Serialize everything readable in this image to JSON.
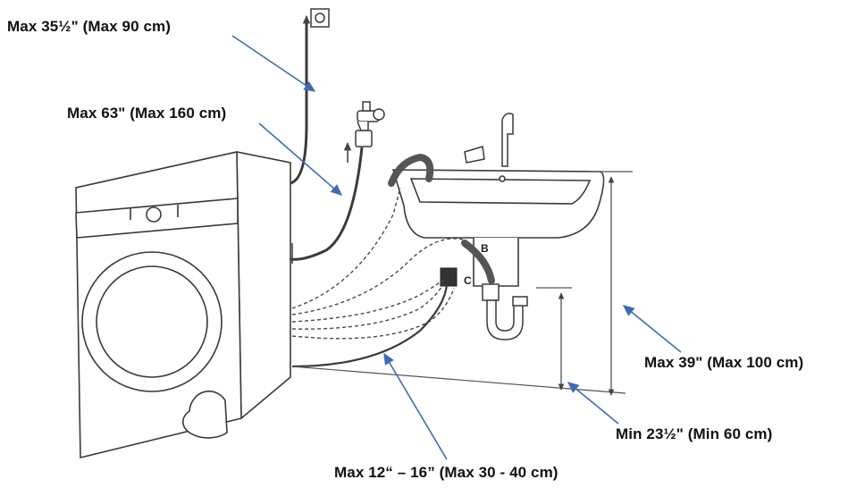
{
  "labels": {
    "drain_hose_max": "Max 35½\" (Max 90 cm)",
    "inlet_hose_max": "Max 63\" (Max 160 cm)",
    "sink_height_max": "Max 39\" (Max 100 cm)",
    "standpipe_min": "Min 23½\" (Min 60 cm)",
    "floor_drain_max": "Max 12“ – 16” (Max 30 - 40 cm)"
  },
  "markers": {
    "sink_drain": "B",
    "wall_outlet": "C"
  },
  "colors": {
    "callout_arrow": "#3f6bb5",
    "line_art": "#3a3a3a",
    "hose_fill": "#555555"
  },
  "icons": [
    "washing-machine-icon",
    "wall-socket-icon",
    "water-tap-icon",
    "sink-icon",
    "faucet-icon",
    "p-trap-icon"
  ]
}
